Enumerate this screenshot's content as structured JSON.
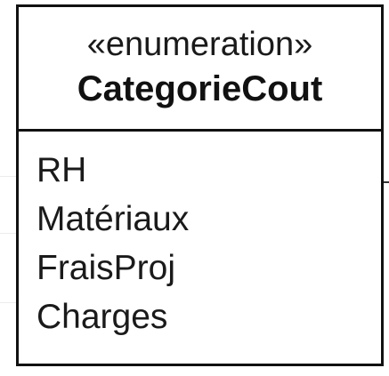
{
  "enumeration": {
    "stereotype": "«enumeration»",
    "name": "CategorieCout",
    "literals": [
      "RH",
      "Matériaux",
      "FraisProj",
      "Charges"
    ]
  }
}
